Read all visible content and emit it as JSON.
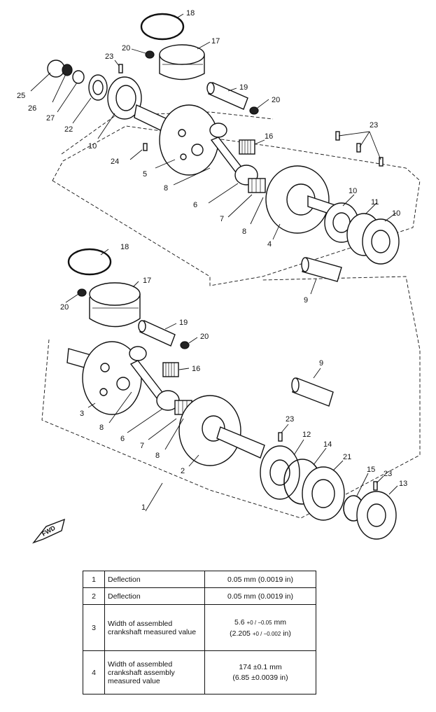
{
  "callouts": {
    "n1": "1",
    "n2": "2",
    "n3": "3",
    "n4": "4",
    "n5": "5",
    "n6": "6",
    "n7": "7",
    "n8": "8",
    "n9": "9",
    "n10": "10",
    "n11": "11",
    "n12": "12",
    "n13": "13",
    "n14": "14",
    "n15": "15",
    "n16": "16",
    "n17": "17",
    "n18": "18",
    "n19": "19",
    "n20": "20",
    "n21": "21",
    "n22": "22",
    "n23": "23",
    "n24": "24",
    "n25": "25",
    "n26": "26",
    "n27": "27"
  },
  "fwd_label": "FWD",
  "spec_table": {
    "rows": [
      {
        "num": "1",
        "item": "Deflection",
        "value": "0.05 mm (0.0019 in)"
      },
      {
        "num": "2",
        "item": "Deflection",
        "value": "0.05 mm (0.0019 in)"
      },
      {
        "num": "3",
        "item": "Width of assembled crankshaft measured value",
        "value_main": "5.6",
        "value_tol": "+0 / −0.05",
        "value_unit": "mm",
        "value_in": "(2.205",
        "value_in_tol": "+0 / −0.002",
        "value_in_unit": "in)"
      },
      {
        "num": "4",
        "item": "Width of assembled crankshaft assembly measured value",
        "value_line1": "174 ±0.1 mm",
        "value_line2": "(6.85 ±0.0039 in)"
      }
    ]
  }
}
